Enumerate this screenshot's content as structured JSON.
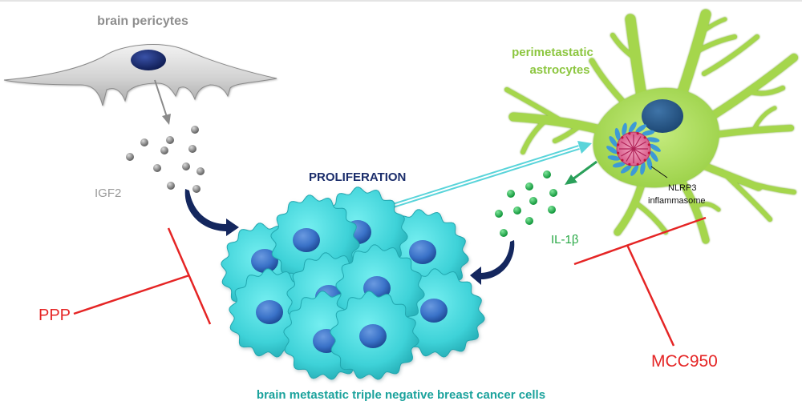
{
  "labels": {
    "pericytes": "brain pericytes",
    "igf2": "IGF2",
    "proliferation": "PROLIFERATION",
    "astrocytes_line1": "perimetastatic",
    "astrocytes_line2": "astrocytes",
    "nlrp3_line1": "NLRP3",
    "nlrp3_line2": "inflammasome",
    "il1b": "IL-1β",
    "ppp": "PPP",
    "mcc950": "MCC950",
    "caption": "brain metastatic triple negative breast cancer cells"
  },
  "colors": {
    "pericyte_text": "#8e8e8e",
    "proliferation_text": "#1b2d6b",
    "astrocyte_text": "#8cc63f",
    "il1b_text": "#27a844",
    "inhibitor_red": "#e52525",
    "caption_teal": "#1aa29c",
    "cell_cyan": "#3ed2d8",
    "nucleus_blue": "#3a72c8",
    "astrocyte_green": "#a5d64c"
  }
}
